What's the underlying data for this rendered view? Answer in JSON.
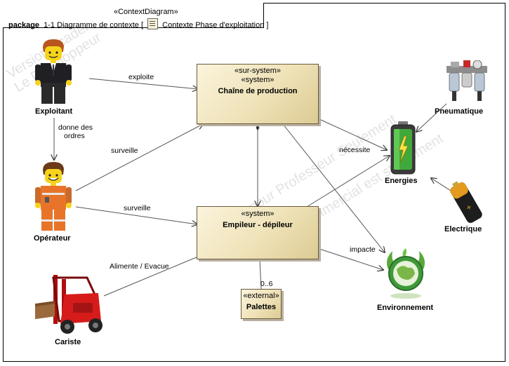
{
  "frame": {
    "stereotype": "«ContextDiagram»",
    "kind": "package",
    "title": "1-1 Diagramme de contexte [",
    "title_suffix": "Contexte Phase d'exploitation ]",
    "icon": "document-icon"
  },
  "blocks": {
    "chaine": {
      "stereotype1": "«sur-system»",
      "stereotype2": "«system»",
      "name": "Chaîne de production"
    },
    "empileur": {
      "stereotype": "«system»",
      "name": "Empileur - dépileur"
    },
    "palettes": {
      "stereotype": "«external»",
      "name": "Palettes"
    }
  },
  "actors": {
    "exploitant": {
      "name": "Exploitant",
      "icon": "lego-businessman-icon"
    },
    "operateur": {
      "name": "Opérateur",
      "icon": "lego-worker-icon"
    },
    "cariste": {
      "name": "Cariste",
      "icon": "forklift-icon"
    },
    "pneumatique": {
      "name": "Pneumatique",
      "icon": "pneumatic-filter-icon"
    },
    "energies": {
      "name": "Energies",
      "icon": "battery-icon"
    },
    "electrique": {
      "name": "Electrique",
      "icon": "cylinder-battery-icon"
    },
    "environnement": {
      "name": "Environnement",
      "icon": "green-globe-icon"
    }
  },
  "edges": {
    "exploite": "exploite",
    "donne_line1": "donne des",
    "donne_line2": "ordres",
    "surveille_top": "surveille",
    "surveille_bottom": "surveille",
    "necessite": "nécessite",
    "impacte": "impacte",
    "alimente": "Alimente / Evacue",
    "multiplicity": "0..6"
  },
  "watermark": {
    "line1": "Version Académique",
    "line2": "Le Développeur",
    "line3": "pour Professeur Seulement",
    "line4": "commercial est strictement"
  },
  "colors": {
    "block_fill": "#efe2b8",
    "block_border": "#6b5a3a",
    "line": "#555555"
  }
}
